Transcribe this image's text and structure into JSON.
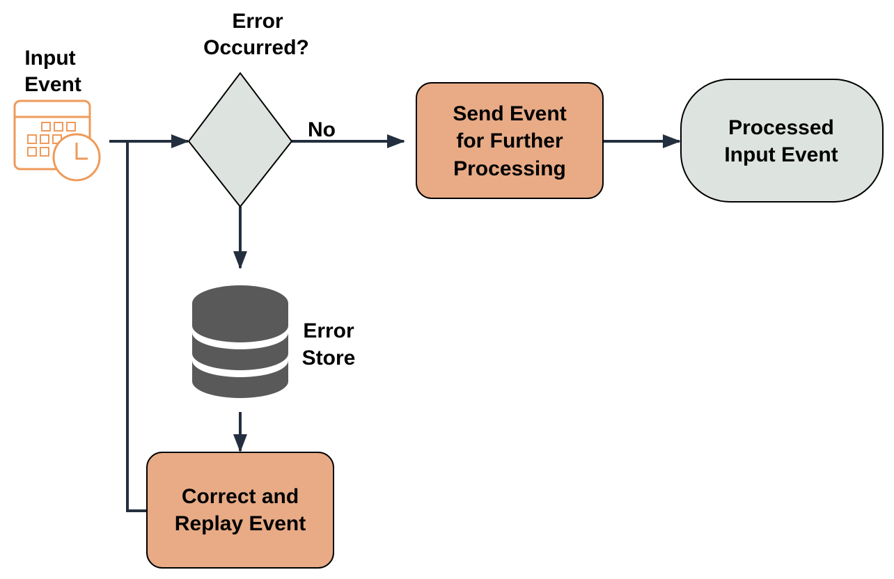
{
  "diagram": {
    "input_event": {
      "line1": "Input",
      "line2": "Event",
      "icon": "calendar-clock-icon"
    },
    "decision": {
      "line1": "Error",
      "line2": "Occurred?"
    },
    "no_label": "No",
    "send_event": {
      "line1": "Send Event",
      "line2": "for Further",
      "line3": "Processing"
    },
    "processed": {
      "line1": "Processed",
      "line2": "Input Event"
    },
    "error_store": {
      "line1": "Error",
      "line2": "Store",
      "icon": "database-icon"
    },
    "correct_replay": {
      "line1": "Correct and",
      "line2": "Replay Event"
    }
  },
  "colors": {
    "process_fill": "#e8ab86",
    "terminal_fill": "#dde3df",
    "decision_fill": "#dde3df",
    "icon_orange": "#ee9a5a",
    "database": "#595959",
    "arrow": "#232f3e"
  }
}
